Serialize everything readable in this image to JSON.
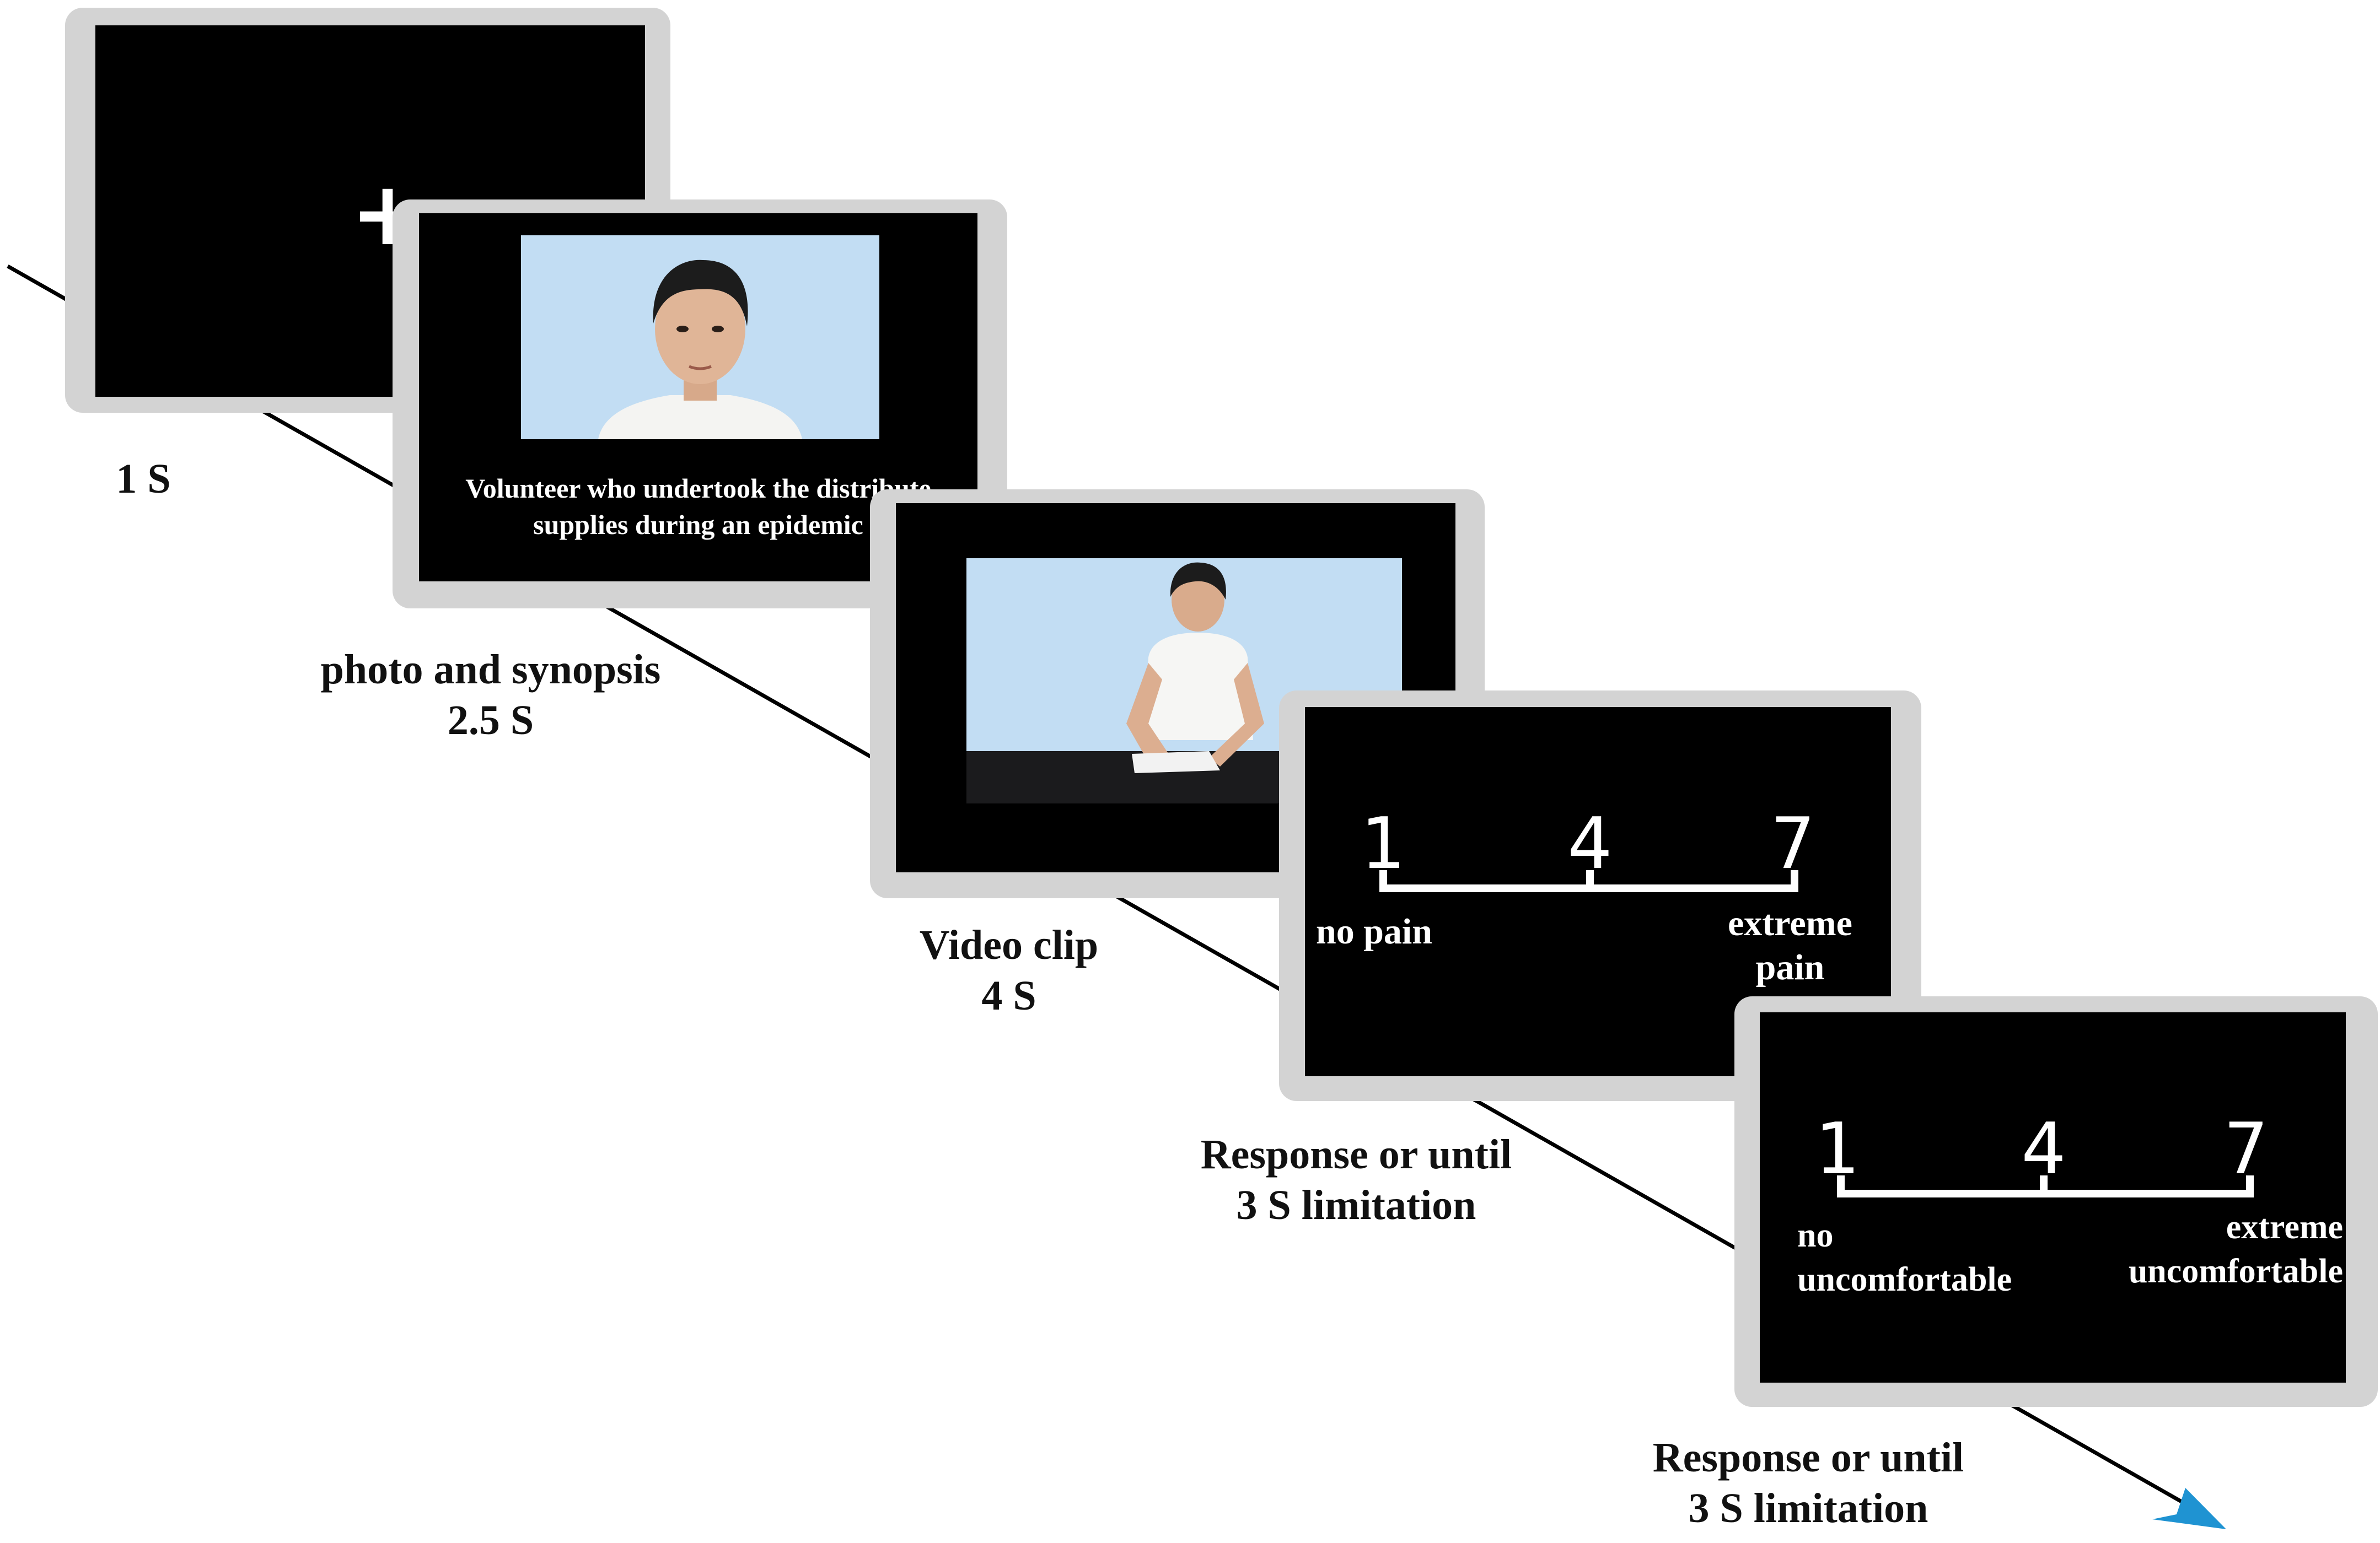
{
  "colors": {
    "arrow_head": "#1f93d2",
    "photo_bg": "#c2ddf3",
    "frame": "#d3d3d3",
    "screen": "#000000"
  },
  "fixation": {
    "symbol": "+",
    "duration": "1 S"
  },
  "photo_screen": {
    "caption_line1": "Volunteer who undertook the distribute",
    "caption_line2": "supplies during an epidemic",
    "label_line1": "photo and synopsis",
    "label_line2": "2.5 S"
  },
  "video_screen": {
    "label_line1": "Video clip",
    "label_line2": "4 S"
  },
  "pain_rating": {
    "ticks": [
      "1",
      "4",
      "7"
    ],
    "left_anchor": "no pain",
    "right_anchor_line1": "extreme",
    "right_anchor_line2": "pain",
    "label_line1": "Response or until",
    "label_line2": "3 S limitation"
  },
  "discomfort_rating": {
    "ticks": [
      "1",
      "4",
      "7"
    ],
    "left_anchor_line1": "no",
    "left_anchor_line2": "uncomfortable",
    "right_anchor_line1": "extreme",
    "right_anchor_line2": "uncomfortable",
    "label_line1": "Response or until",
    "label_line2": "3 S limitation"
  }
}
